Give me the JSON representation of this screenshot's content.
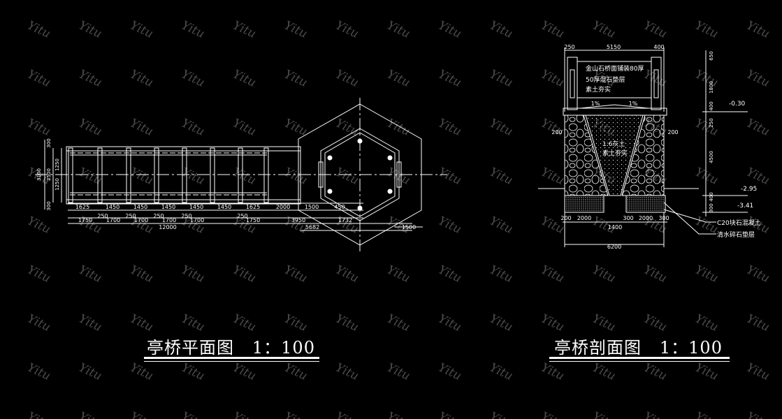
{
  "watermark": "Yitu",
  "plan": {
    "title": "亭桥平面图   1：100",
    "dims_top_chain": [
      "1625",
      "1450",
      "1450",
      "1450",
      "1450",
      "1450",
      "1625",
      "2000",
      "1500",
      "450"
    ],
    "dims_lower_chain": [
      "1750",
      "250",
      "1700",
      "250",
      "1700",
      "250",
      "1700",
      "250",
      "1700",
      "250",
      "1750"
    ],
    "dim_total": "12000",
    "dim_3950": "3950",
    "dim_1732": "1732",
    "dim_5682": "5682",
    "dim_1500_right": "1500",
    "dims_left_vertical": [
      "300",
      "1250",
      "1250",
      "300"
    ],
    "dim_2500": "2500",
    "dim_3100": "3100"
  },
  "section": {
    "title": "亭桥剖面图   1：100",
    "dims_top": [
      "250",
      "5150",
      "400"
    ],
    "note_1": "金山石桥面铺装80厚",
    "note_2": "50厚混石垫层",
    "note_3": "素土夯实",
    "slope_l": "1%",
    "slope_r": "1%",
    "fill_1": "1:6灰土",
    "fill_2": "素土夯实",
    "dims_right_vertical": [
      "650",
      "1800",
      "400",
      "250",
      "4500",
      "400",
      "300"
    ],
    "elev_1": "-0.30",
    "elev_2": "-2.95",
    "elev_3": "-3.41",
    "dim_200_l": "200",
    "dim_200_r": "200",
    "dims_bottom": [
      "200",
      "2000",
      "1400",
      "300",
      "2000",
      "300"
    ],
    "dim_6200": "6200",
    "note_c20": "C20块石混凝土",
    "note_gravel": "清水碎石垫层"
  }
}
